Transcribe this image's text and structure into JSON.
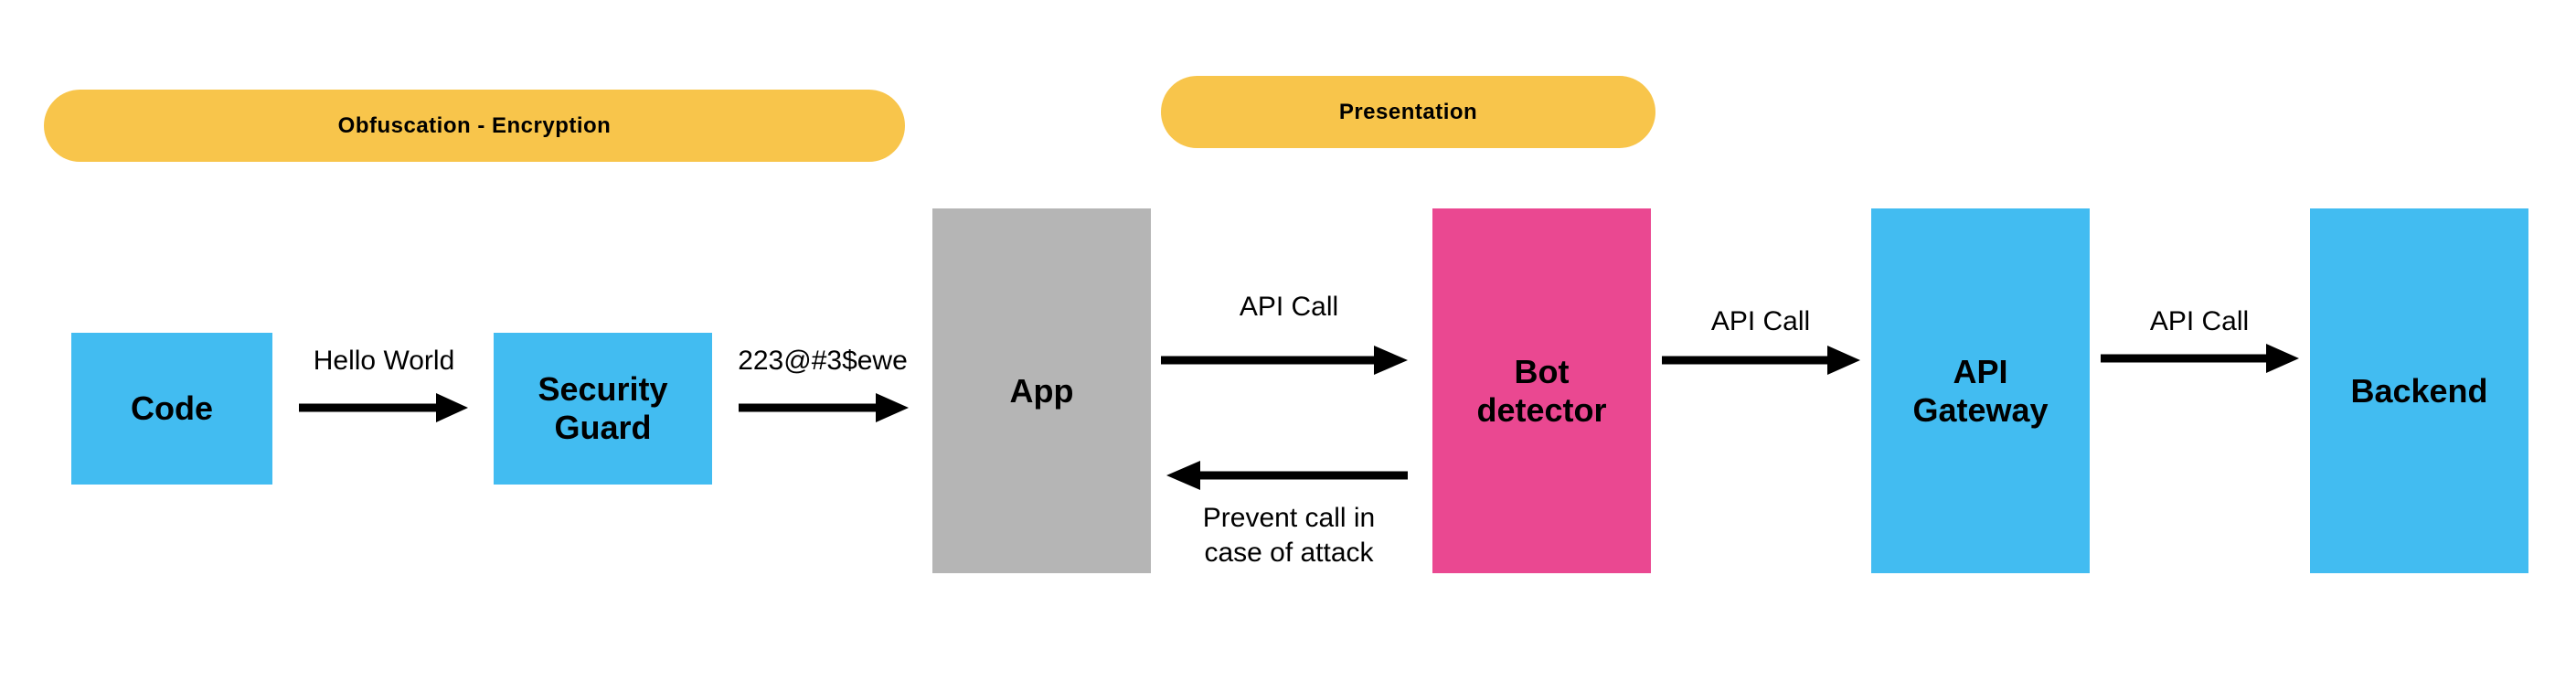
{
  "colors": {
    "pill": "#F8C54B",
    "blue": "#42BCF1",
    "gray": "#B5B5B5",
    "pink": "#EA4891",
    "arrow": "#000000"
  },
  "groups": {
    "obfuscation": "Obfuscation - Encryption",
    "presentation": "Presentation"
  },
  "nodes": {
    "code": "Code",
    "security_guard": "Security\nGuard",
    "app": "App",
    "bot_detector": "Bot\ndetector",
    "api_gateway": "API\nGateway",
    "backend": "Backend"
  },
  "edges": {
    "code_to_guard": "Hello World",
    "guard_to_app": "223@#3$ewe",
    "app_to_bot": "API Call",
    "bot_to_app": "Prevent call in\ncase of attack",
    "bot_to_gateway": "API Call",
    "gateway_to_backend": "API Call"
  }
}
